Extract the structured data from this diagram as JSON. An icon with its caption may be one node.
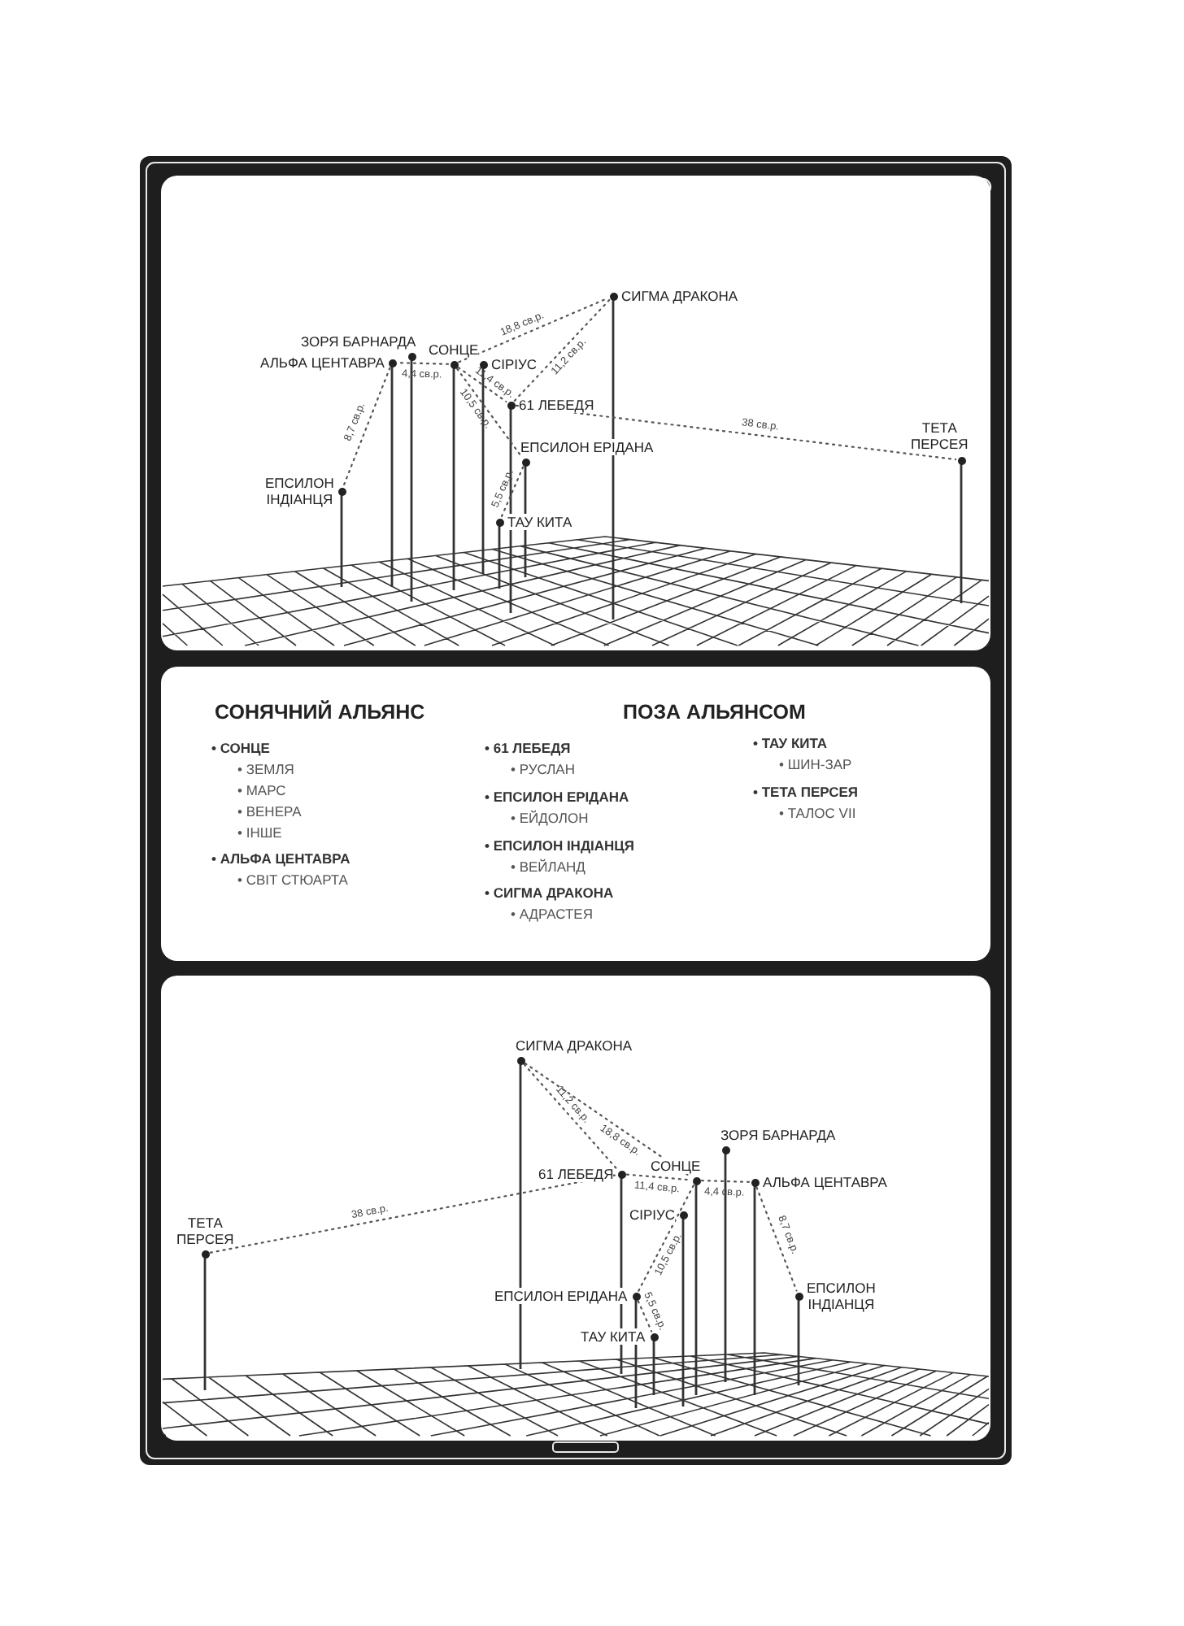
{
  "diagram": {
    "nodes": [
      {
        "text": [
          "СИГМА ДРАКОНА"
        ]
      },
      {
        "text": [
          "ЗОРЯ БАРНАРДА"
        ]
      },
      {
        "text": [
          "СОНЦЕ"
        ]
      },
      {
        "text": [
          "АЛЬФА ЦЕНТАВРА"
        ]
      },
      {
        "text": [
          "СІРІУС"
        ]
      },
      {
        "text": [
          "61 ЛЕБЕДЯ"
        ]
      },
      {
        "text": [
          "ТЕТА ПЕРСЕЯ"
        ]
      },
      {
        "text": [
          "ЕПСИЛОН ЕРІДАНА"
        ]
      },
      {
        "text": [
          "ЕПСИЛОН ІНДІАНЦЯ"
        ]
      },
      {
        "text": [
          "ТАУ КИТА"
        ]
      },
      {
        "text": [
          "СИГМА ДРАКОНА"
        ]
      },
      {
        "text": [
          "ЗОРЯ БАРНАРДА"
        ]
      },
      {
        "text": [
          "61 ЛЕБЕДЯ"
        ]
      },
      {
        "text": [
          "СОНЦЕ"
        ]
      },
      {
        "text": [
          "АЛЬФА ЦЕНТАВРА"
        ]
      },
      {
        "text": [
          "СІРІУС"
        ]
      },
      {
        "text": [
          "ТЕТА ПЕРСЕЯ"
        ]
      },
      {
        "text": [
          "ЕПСИЛОН ЕРІДАНА"
        ]
      },
      {
        "text": [
          "ЕПСИЛОН ІНДІАНЦЯ"
        ]
      },
      {
        "text": [
          "ТАУ КИТА"
        ]
      }
    ],
    "edges": [
      {
        "from": 2,
        "to": 3,
        "arrow": "none",
        "label": "4,4 св.р."
      },
      {
        "from": 3,
        "to": 8,
        "arrow": "none",
        "label": "8,7 св.р."
      },
      {
        "from": 2,
        "to": 0,
        "arrow": "none",
        "label": "18,8 св.р."
      },
      {
        "from": 2,
        "to": 5,
        "arrow": "none",
        "label": "11,4 св.р."
      },
      {
        "from": 5,
        "to": 0,
        "arrow": "none",
        "label": "11,2 св.р."
      },
      {
        "from": 5,
        "to": 6,
        "arrow": "none",
        "label": "38 св.р."
      },
      {
        "from": 2,
        "to": 7,
        "arrow": "none",
        "label": "10,5 св.р."
      },
      {
        "from": 7,
        "to": 9,
        "arrow": "none",
        "label": "5,5 св.р."
      },
      {
        "from": 13,
        "to": 14,
        "arrow": "none",
        "label": "4,4 св.р."
      },
      {
        "from": 14,
        "to": 18,
        "arrow": "none",
        "label": "8,7 св.р."
      },
      {
        "from": 10,
        "to": 13,
        "arrow": "none",
        "label": "18,8 св.р."
      },
      {
        "from": 10,
        "to": 12,
        "arrow": "none",
        "label": "11,2 св.р."
      },
      {
        "from": 16,
        "to": 12,
        "arrow": "none",
        "label": "38 св.р."
      },
      {
        "from": 12,
        "to": 13,
        "arrow": "none",
        "label": "11,4 св.р."
      },
      {
        "from": 13,
        "to": 17,
        "arrow": "none",
        "label": "10,5 св.р."
      },
      {
        "from": 17,
        "to": 19,
        "arrow": "none",
        "label": "5,5 св.р."
      }
    ],
    "labels": [
      "СОНЯЧНИЙ АЛЬЯНС",
      "ПОЗА АЛЬЯНСОМ",
      "• СОНЦЕ",
      "• ЗЕМЛЯ",
      "• МАРС",
      "• ВЕНЕРА",
      "• ІНШЕ",
      "• АЛЬФА ЦЕНТАВРА",
      "• СВІТ СТЮАРТА",
      "• 61 ЛЕБЕДЯ",
      "• РУСЛАН",
      "• ЕПСИЛОН ЕРІДАНА",
      "• ЕЙДОЛОН",
      "• ЕПСИЛОН ІНДІАНЦЯ",
      "• ВЕЙЛАНД",
      "• СИГМА ДРАКОНА",
      "• АДРАСТЕЯ",
      "• ТАУ КИТА",
      "• ШИН-ЗАР",
      "• ТЕТА ПЕРСЕЯ",
      "• ТАЛОС VII"
    ]
  }
}
